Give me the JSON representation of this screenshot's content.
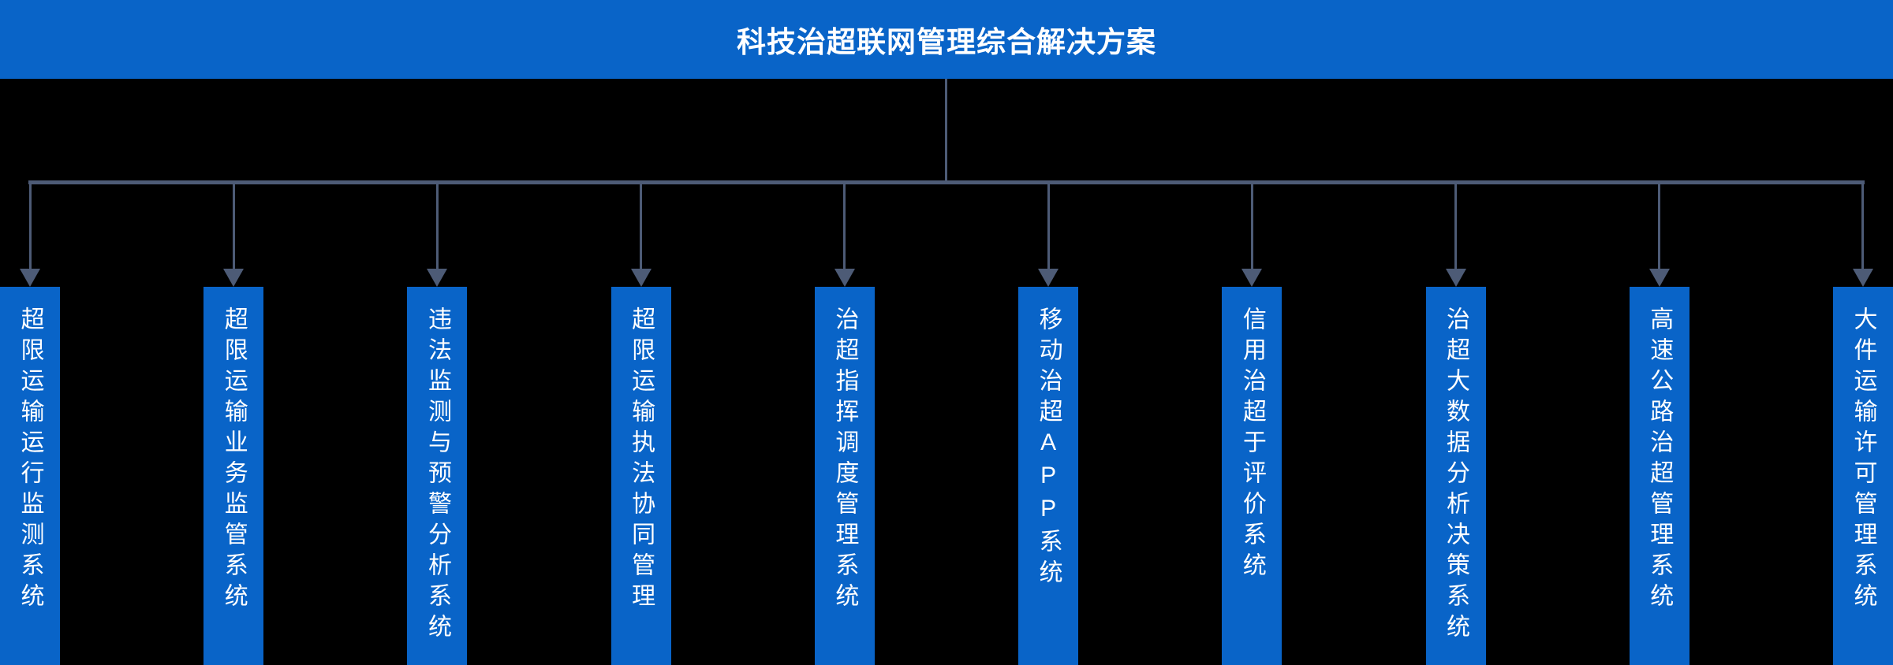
{
  "header": {
    "title": "科技治超联网管理综合解决方案"
  },
  "colors": {
    "primary_blue": "#0964c8",
    "connector_line": "#4d5b76",
    "background": "#000000",
    "text": "#ffffff"
  },
  "icons": {
    "arrow_down_icon": "css-triangle-down"
  },
  "systems": [
    {
      "label": "超限运输运行监测系统"
    },
    {
      "label": "超限运输业务监管系统"
    },
    {
      "label": "违法监测与预警分析系统"
    },
    {
      "label": "超限运输执法协同管理"
    },
    {
      "label": "治超指挥调度管理系统"
    },
    {
      "label": "移动治超APP系统"
    },
    {
      "label": "信用治超于评价系统"
    },
    {
      "label": "治超大数据分析决策系统"
    },
    {
      "label": "高速公路治超管理系统"
    },
    {
      "label": "大件运输许可管理系统"
    }
  ]
}
